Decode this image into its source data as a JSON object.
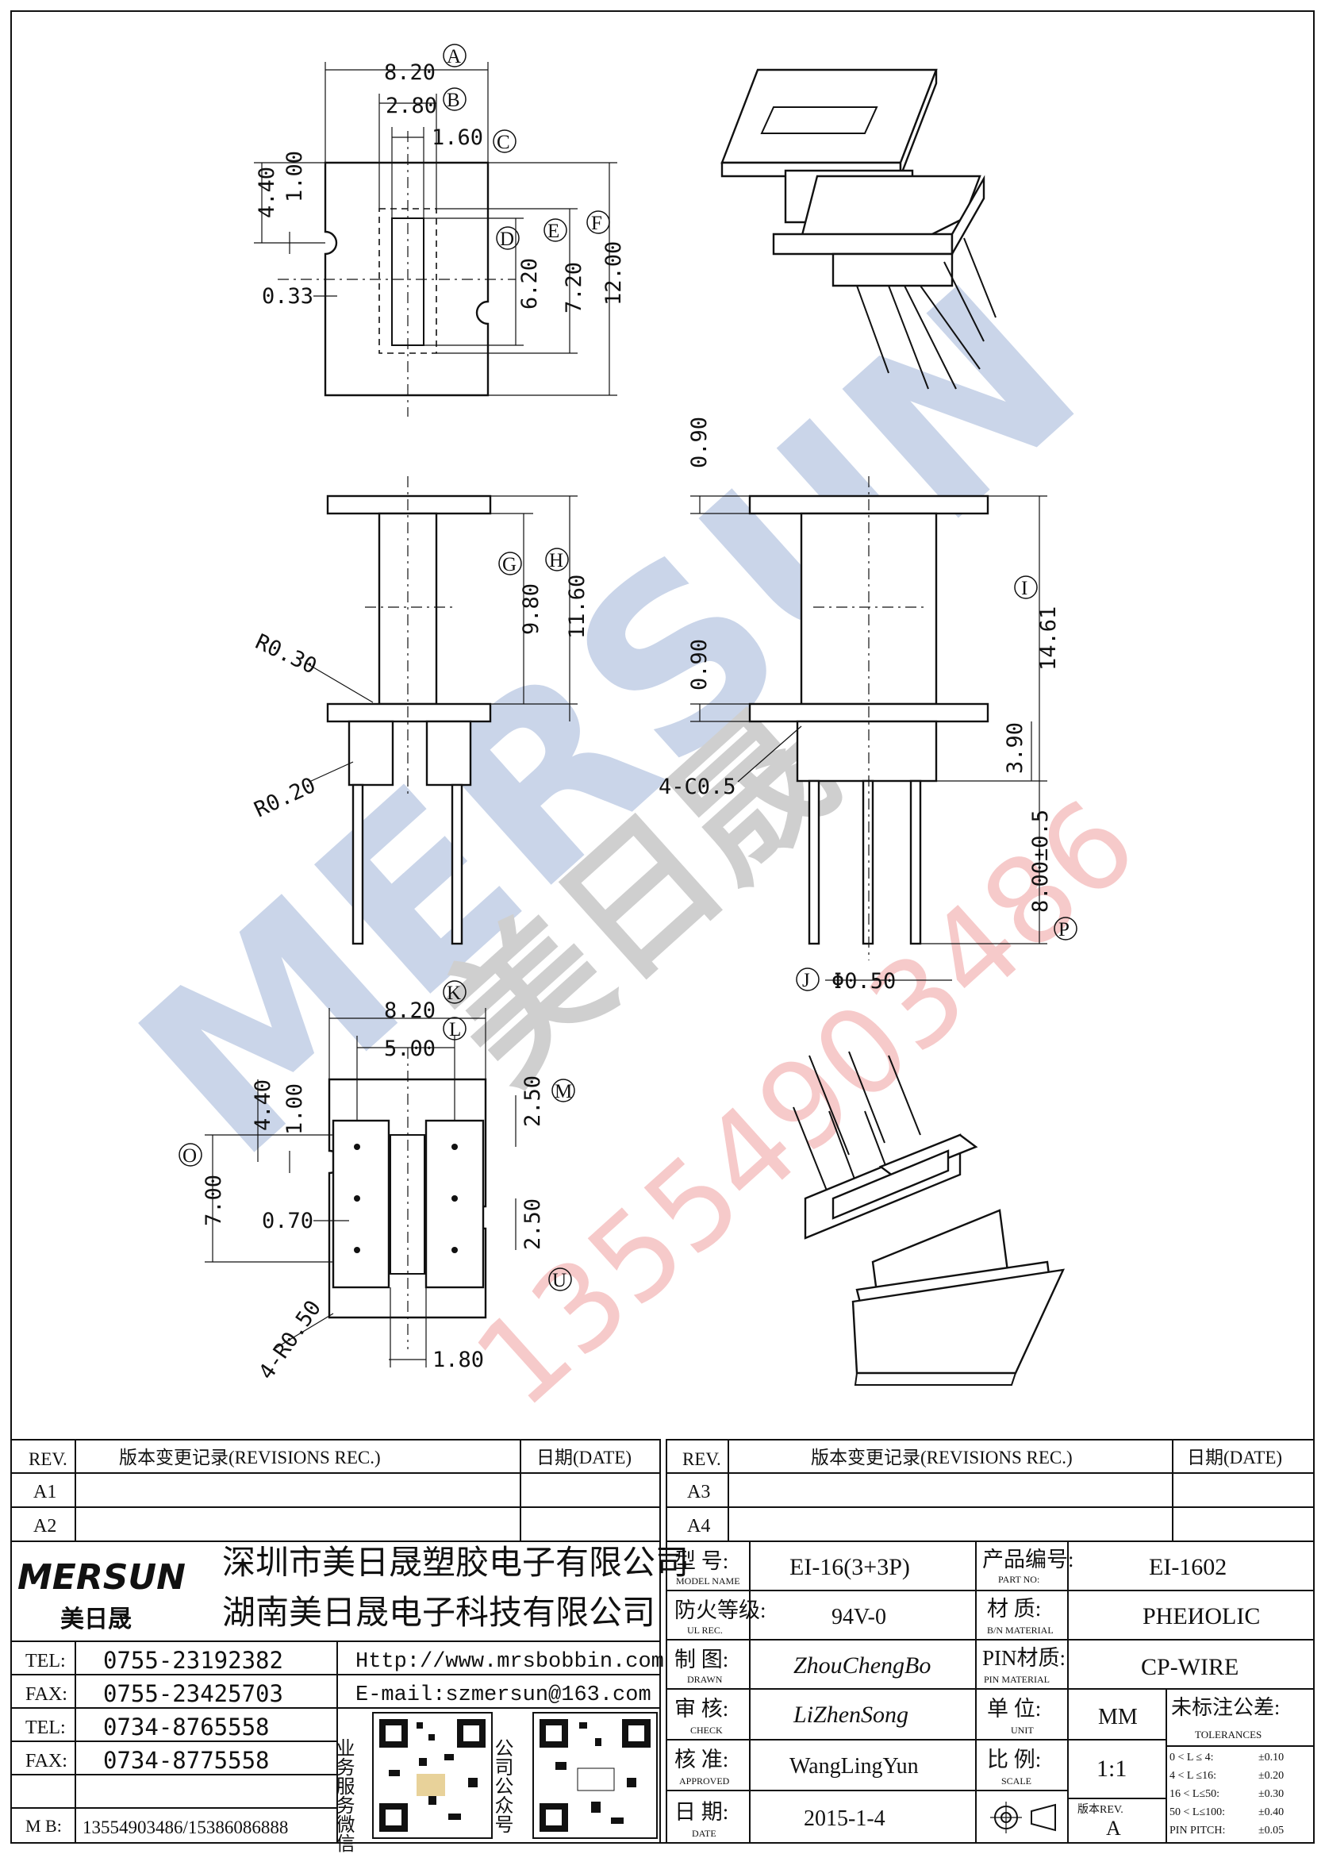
{
  "watermark": {
    "brand": "MERSUN",
    "cn": "美日晟",
    "phone": "13554903486"
  },
  "top_view": {
    "dims": [
      "8.20",
      "2.80",
      "1.60",
      "4.40",
      "1.00",
      "0.33",
      "6.20",
      "7.20",
      "12.00"
    ],
    "labels": [
      "A",
      "B",
      "C",
      "D",
      "E",
      "F"
    ]
  },
  "side_view_left": {
    "dims": [
      "9.80",
      "11.60",
      "R0.30",
      "R0.20"
    ],
    "labels": [
      "G",
      "H"
    ]
  },
  "side_view_right": {
    "dims": [
      "0.90",
      "0.90",
      "14.61",
      "3.90",
      "8.00±0.5",
      "4-C0.5",
      "Φ0.50"
    ],
    "labels": [
      "I",
      "J",
      "P"
    ]
  },
  "bottom_view": {
    "dims": [
      "8.20",
      "5.00",
      "4.40",
      "1.00",
      "7.00",
      "0.70",
      "2.50",
      "2.50",
      "4-R0.50",
      "1.80"
    ],
    "labels": [
      "K",
      "L",
      "M",
      "O",
      "U"
    ]
  },
  "rev_table_left": {
    "headers": [
      "REV.",
      "版本变更记录(REVISIONS REC.)",
      "日期(DATE)"
    ],
    "rows": [
      "A1",
      "A2"
    ]
  },
  "rev_table_right": {
    "headers": [
      "REV.",
      "版本变更记录(REVISIONS REC.)",
      "日期(DATE)"
    ],
    "rows": [
      "A3",
      "A4"
    ]
  },
  "company": {
    "logo": "MERSUN",
    "logo_cn": "美日晟",
    "name1": "深圳市美日晟塑胶电子有限公司",
    "name2": "湖南美日晟电子科技有限公司",
    "contacts": [
      {
        "k": "TEL:",
        "v": "0755-23192382",
        "k2": "Http://www.mrsbobbin.com"
      },
      {
        "k": "FAX:",
        "v": "0755-23425703",
        "k2": "E-mail:szmersun@163.com"
      },
      {
        "k": "TEL:",
        "v": "0734-8765558"
      },
      {
        "k": "FAX:",
        "v": "0734-8775558"
      },
      {
        "k": "M B:",
        "v": "13554903486/15386086888"
      }
    ],
    "qr_label1": "业务服务微信",
    "qr_label2": "公司公众号"
  },
  "spec": {
    "model_label": "型 号:",
    "model_sub": "MODEL NAME",
    "model": "EI-16(3+3P)",
    "partno_label": "产品编号:",
    "partno_sub": "PART NO:",
    "partno": "EI-1602",
    "ul_label": "防火等级:",
    "ul_sub": "UL REC.",
    "ul": "94V-0",
    "mat_label": "材 质:",
    "mat_sub": "B/N MATERIAL",
    "mat": "PHEИOLIC",
    "drawn_label": "制 图:",
    "drawn_sub": "DRAWN",
    "drawn": "ZhouChengBo",
    "pinmat_label": "PIN材质:",
    "pinmat_sub": "PIN MATERIAL",
    "pinmat": "CP-WIRE",
    "check_label": "审 核:",
    "check_sub": "CHECK",
    "check": "LiZhenSong",
    "unit_label": "单 位:",
    "unit_sub": "UNIT",
    "unit": "MM",
    "tol_label": "未标注公差:",
    "tol_sub": "TOLERANCES",
    "approved_label": "核 准:",
    "approved_sub": "APPROVED",
    "approved": "WangLingYun",
    "scale_label": "比 例:",
    "scale_sub": "SCALE",
    "scale": "1:1",
    "date_label": "日 期:",
    "date_sub": "DATE",
    "date": "2015-1-4",
    "ver_label": "版本REV.",
    "ver": "A",
    "tolerances": [
      {
        "range": "0 < L ≤ 4:",
        "tol": "±0.10"
      },
      {
        "range": "4 < L ≤16:",
        "tol": "±0.20"
      },
      {
        "range": "16 < L≤50:",
        "tol": "±0.30"
      },
      {
        "range": "50 < L≤100:",
        "tol": "±0.40"
      },
      {
        "range": "PIN PITCH:",
        "tol": "±0.05"
      }
    ]
  }
}
